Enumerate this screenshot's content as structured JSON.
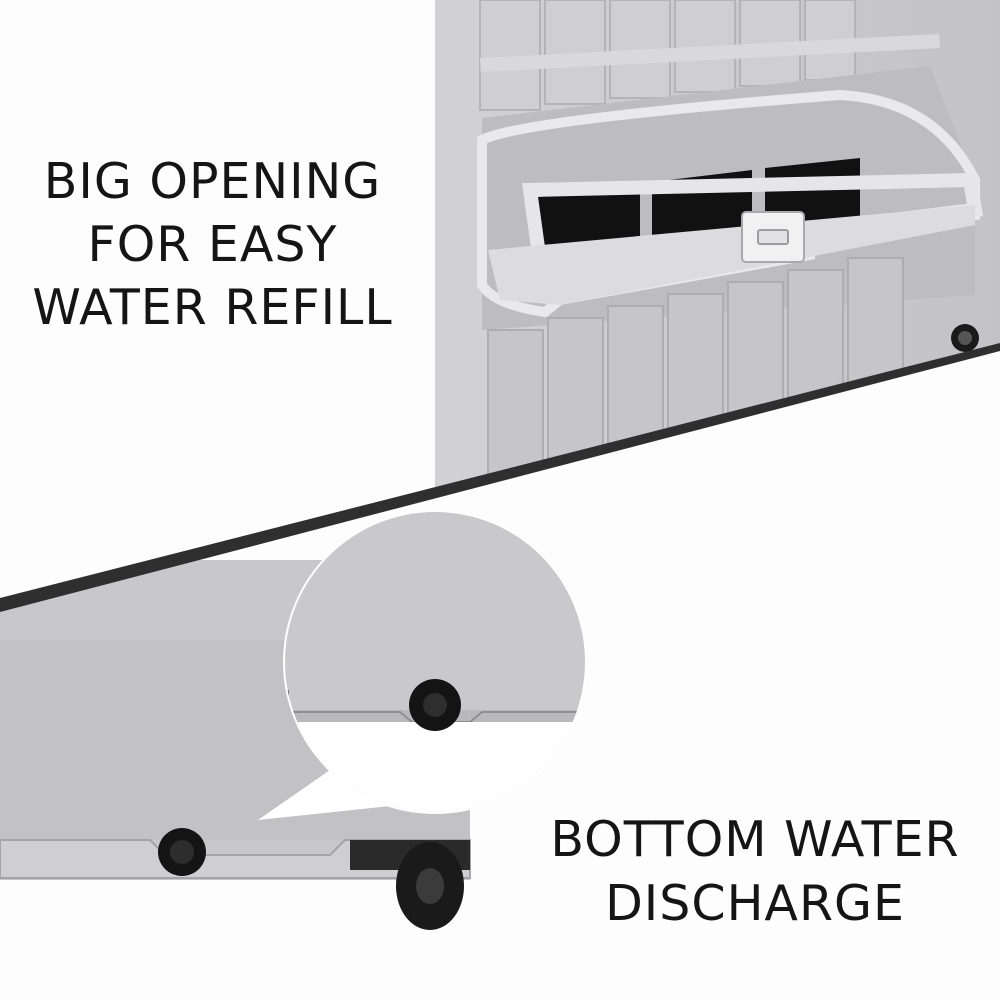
{
  "panels": {
    "top": {
      "caption": [
        "BIG OPENING",
        "FOR EASY",
        "WATER REFILL"
      ],
      "scene": "water tank refill hatch opened"
    },
    "bottom": {
      "caption": [
        "BOTTOM WATER",
        "DISCHARGE"
      ],
      "scene": "drain plug on base, magnified"
    }
  },
  "colors": {
    "background": "#fdfdfd",
    "unit_grey": "#c9c9cb",
    "unit_light": "#dedee0",
    "divider": "#3a3a3a",
    "text": "#151515"
  }
}
